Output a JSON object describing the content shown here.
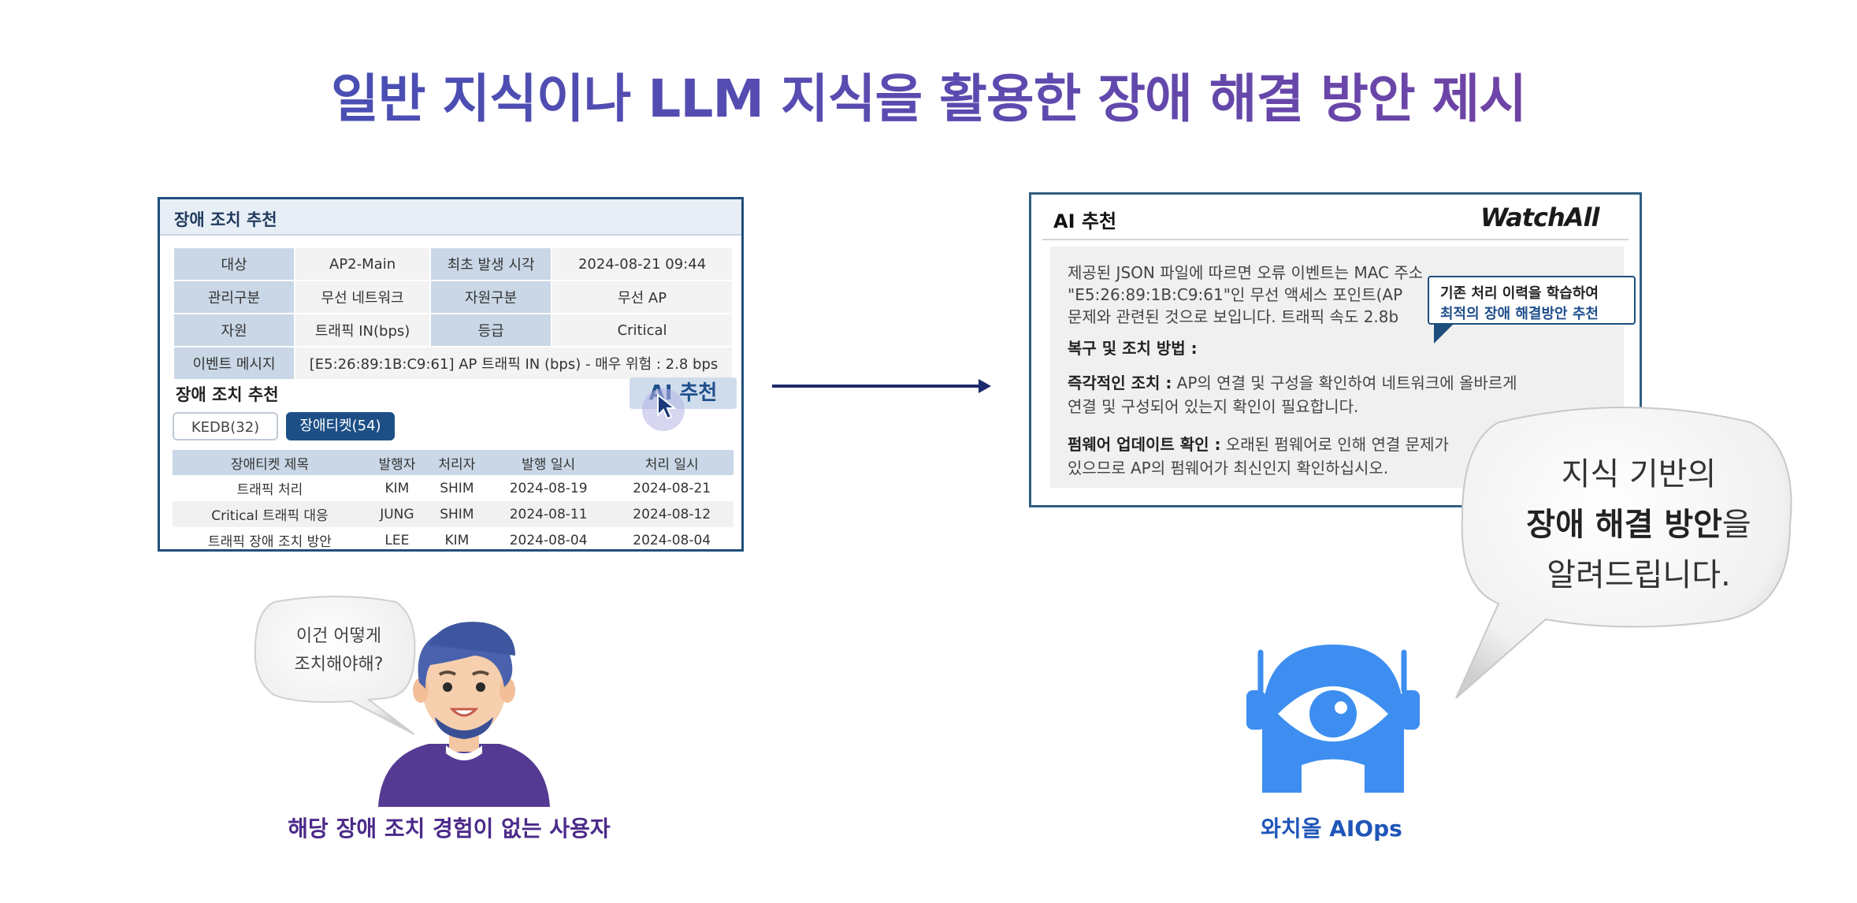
{
  "title": "일반 지식이나 LLM 지식을 활용한 장애 해결 방안 제시",
  "left_panel": {
    "header": "장애 조치 추천",
    "info": {
      "target_label": "대상",
      "target_value": "AP2-Main",
      "first_time_label": "최초 발생 시각",
      "first_time_value": "2024-08-21 09:44",
      "mgmt_label": "관리구분",
      "mgmt_value": "무선 네트워크",
      "resource_type_label": "자원구분",
      "resource_type_value": "무선 AP",
      "resource_label": "자원",
      "resource_value": "트래픽 IN(bps)",
      "grade_label": "등급",
      "grade_value": "Critical",
      "event_label": "이벤트 메시지",
      "event_value": "[E5:26:89:1B:C9:61] AP 트래픽 IN (bps) - 매우 위험 : 2.8 bps"
    },
    "reco_heading": "장애 조치 추천",
    "ai_button": "AI 추천",
    "tabs": {
      "kedb": "KEDB(32)",
      "ticket": "장애티켓(54)"
    },
    "ticket_headers": [
      "장애티켓 제목",
      "발행자",
      "처리자",
      "발행 일시",
      "처리 일시"
    ],
    "tickets": [
      [
        "트래픽 처리",
        "KIM",
        "SHIM",
        "2024-08-19",
        "2024-08-21"
      ],
      [
        "Critical 트래픽 대응",
        "JUNG",
        "SHIM",
        "2024-08-11",
        "2024-08-12"
      ],
      [
        "트래픽 장애 조치 방안",
        "LEE",
        "KIM",
        "2024-08-04",
        "2024-08-04"
      ]
    ]
  },
  "right_panel": {
    "title": "AI 추천",
    "logo": "WatchAll",
    "para1_l1": "제공된 JSON 파일에 따르면 오류 이벤트는 MAC 주소",
    "para1_l2": "\"E5:26:89:1B:C9:61\"인 무선 액세스 포인트(AP",
    "para1_l3": "문제와 관련된 것으로 보입니다. 트래픽 속도 2.8b",
    "recovery_heading": "복구 및 조치 방법 :",
    "immediate_label": "즉각적인 조치 :",
    "immediate_l1": " AP의 연결 및 구성을 확인하여 네트워크에 올바르게",
    "immediate_l2": "연결 및 구성되어 있는지 확인이 필요합니다.",
    "firmware_label": "펌웨어 업데이트 확인 :",
    "firmware_l1": " 오래된 펌웨어로 인해 연결 문제가",
    "firmware_l2": "있으므로 AP의 펌웨어가 최신인지 확인하십시오."
  },
  "tooltip": {
    "line1": "기존 처리 이력을 학습하여",
    "line2": "최적의 장애 해결방안 추천"
  },
  "big_bubble": {
    "line1": "지식 기반의",
    "line2_bold": "장애 해결 방안",
    "line2_rest": "을",
    "line3": "알려드립니다."
  },
  "small_bubble": {
    "line1": "이건 어떻게",
    "line2": "조치해야해?"
  },
  "person_label": "해당 장애 조치 경험이 없는 사용자",
  "robot_label": "와치올 AIOps",
  "colors": {
    "accent_dark": "#1d4f86",
    "robot_blue": "#3d8ef0",
    "person_purple": "#4b2a8a",
    "title_gradient_start": "#3f51b5",
    "title_gradient_end": "#7a3f9f"
  }
}
